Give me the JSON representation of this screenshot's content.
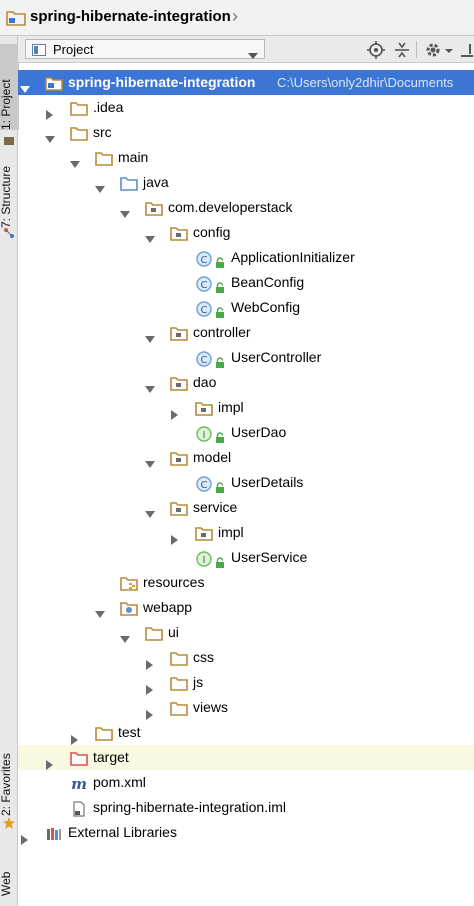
{
  "breadcrumb": {
    "title": "spring-hibernate-integration"
  },
  "side_tabs": {
    "project": "1: Project",
    "structure": "7: Structure",
    "favorites": "2: Favorites",
    "web": "Web"
  },
  "toolbar": {
    "view_label": "Project"
  },
  "colors": {
    "selection": "#3b75d6",
    "folder": "#b88a3a",
    "source_folder": "#5b8fc9",
    "class_icon": "#6aa1db",
    "interface_icon": "#6bbf59",
    "lock": "#4aa84a",
    "excluded_folder": "#d9534f",
    "highlight_row": "#faf7e3"
  },
  "tree": [
    {
      "label": "spring-hibernate-integration",
      "path": "C:\\Users\\only2dhir\\Documents",
      "icon": "module-folder-icon",
      "expanded": true,
      "selected": true
    },
    {
      "label": ".idea",
      "icon": "folder-icon",
      "expanded": false
    },
    {
      "label": "src",
      "icon": "folder-icon",
      "expanded": true
    },
    {
      "label": "main",
      "icon": "folder-icon",
      "expanded": true
    },
    {
      "label": "java",
      "icon": "source-folder-icon",
      "expanded": true
    },
    {
      "label": "com.developerstack",
      "icon": "package-icon",
      "expanded": true
    },
    {
      "label": "config",
      "icon": "package-icon",
      "expanded": true
    },
    {
      "label": "ApplicationInitializer",
      "icon": "class-icon"
    },
    {
      "label": "BeanConfig",
      "icon": "class-icon"
    },
    {
      "label": "WebConfig",
      "icon": "class-icon"
    },
    {
      "label": "controller",
      "icon": "package-icon",
      "expanded": true
    },
    {
      "label": "UserController",
      "icon": "class-icon"
    },
    {
      "label": "dao",
      "icon": "package-icon",
      "expanded": true
    },
    {
      "label": "impl",
      "icon": "package-icon",
      "expanded": false
    },
    {
      "label": "UserDao",
      "icon": "interface-icon"
    },
    {
      "label": "model",
      "icon": "package-icon",
      "expanded": true
    },
    {
      "label": "UserDetails",
      "icon": "class-icon"
    },
    {
      "label": "service",
      "icon": "package-icon",
      "expanded": true
    },
    {
      "label": "impl",
      "icon": "package-icon",
      "expanded": false
    },
    {
      "label": "UserService",
      "icon": "interface-icon"
    },
    {
      "label": "resources",
      "icon": "resources-folder-icon"
    },
    {
      "label": "webapp",
      "icon": "web-folder-icon",
      "expanded": true
    },
    {
      "label": "ui",
      "icon": "folder-icon",
      "expanded": true
    },
    {
      "label": "css",
      "icon": "folder-icon",
      "expanded": false
    },
    {
      "label": "js",
      "icon": "folder-icon",
      "expanded": false
    },
    {
      "label": "views",
      "icon": "folder-icon",
      "expanded": false
    },
    {
      "label": "test",
      "icon": "folder-icon",
      "expanded": false
    },
    {
      "label": "target",
      "icon": "excluded-folder-icon",
      "expanded": false,
      "highlight": true
    },
    {
      "label": "pom.xml",
      "icon": "maven-icon"
    },
    {
      "label": "spring-hibernate-integration.iml",
      "icon": "iml-file-icon"
    },
    {
      "label": "External Libraries",
      "icon": "libraries-icon",
      "expanded": false
    }
  ]
}
